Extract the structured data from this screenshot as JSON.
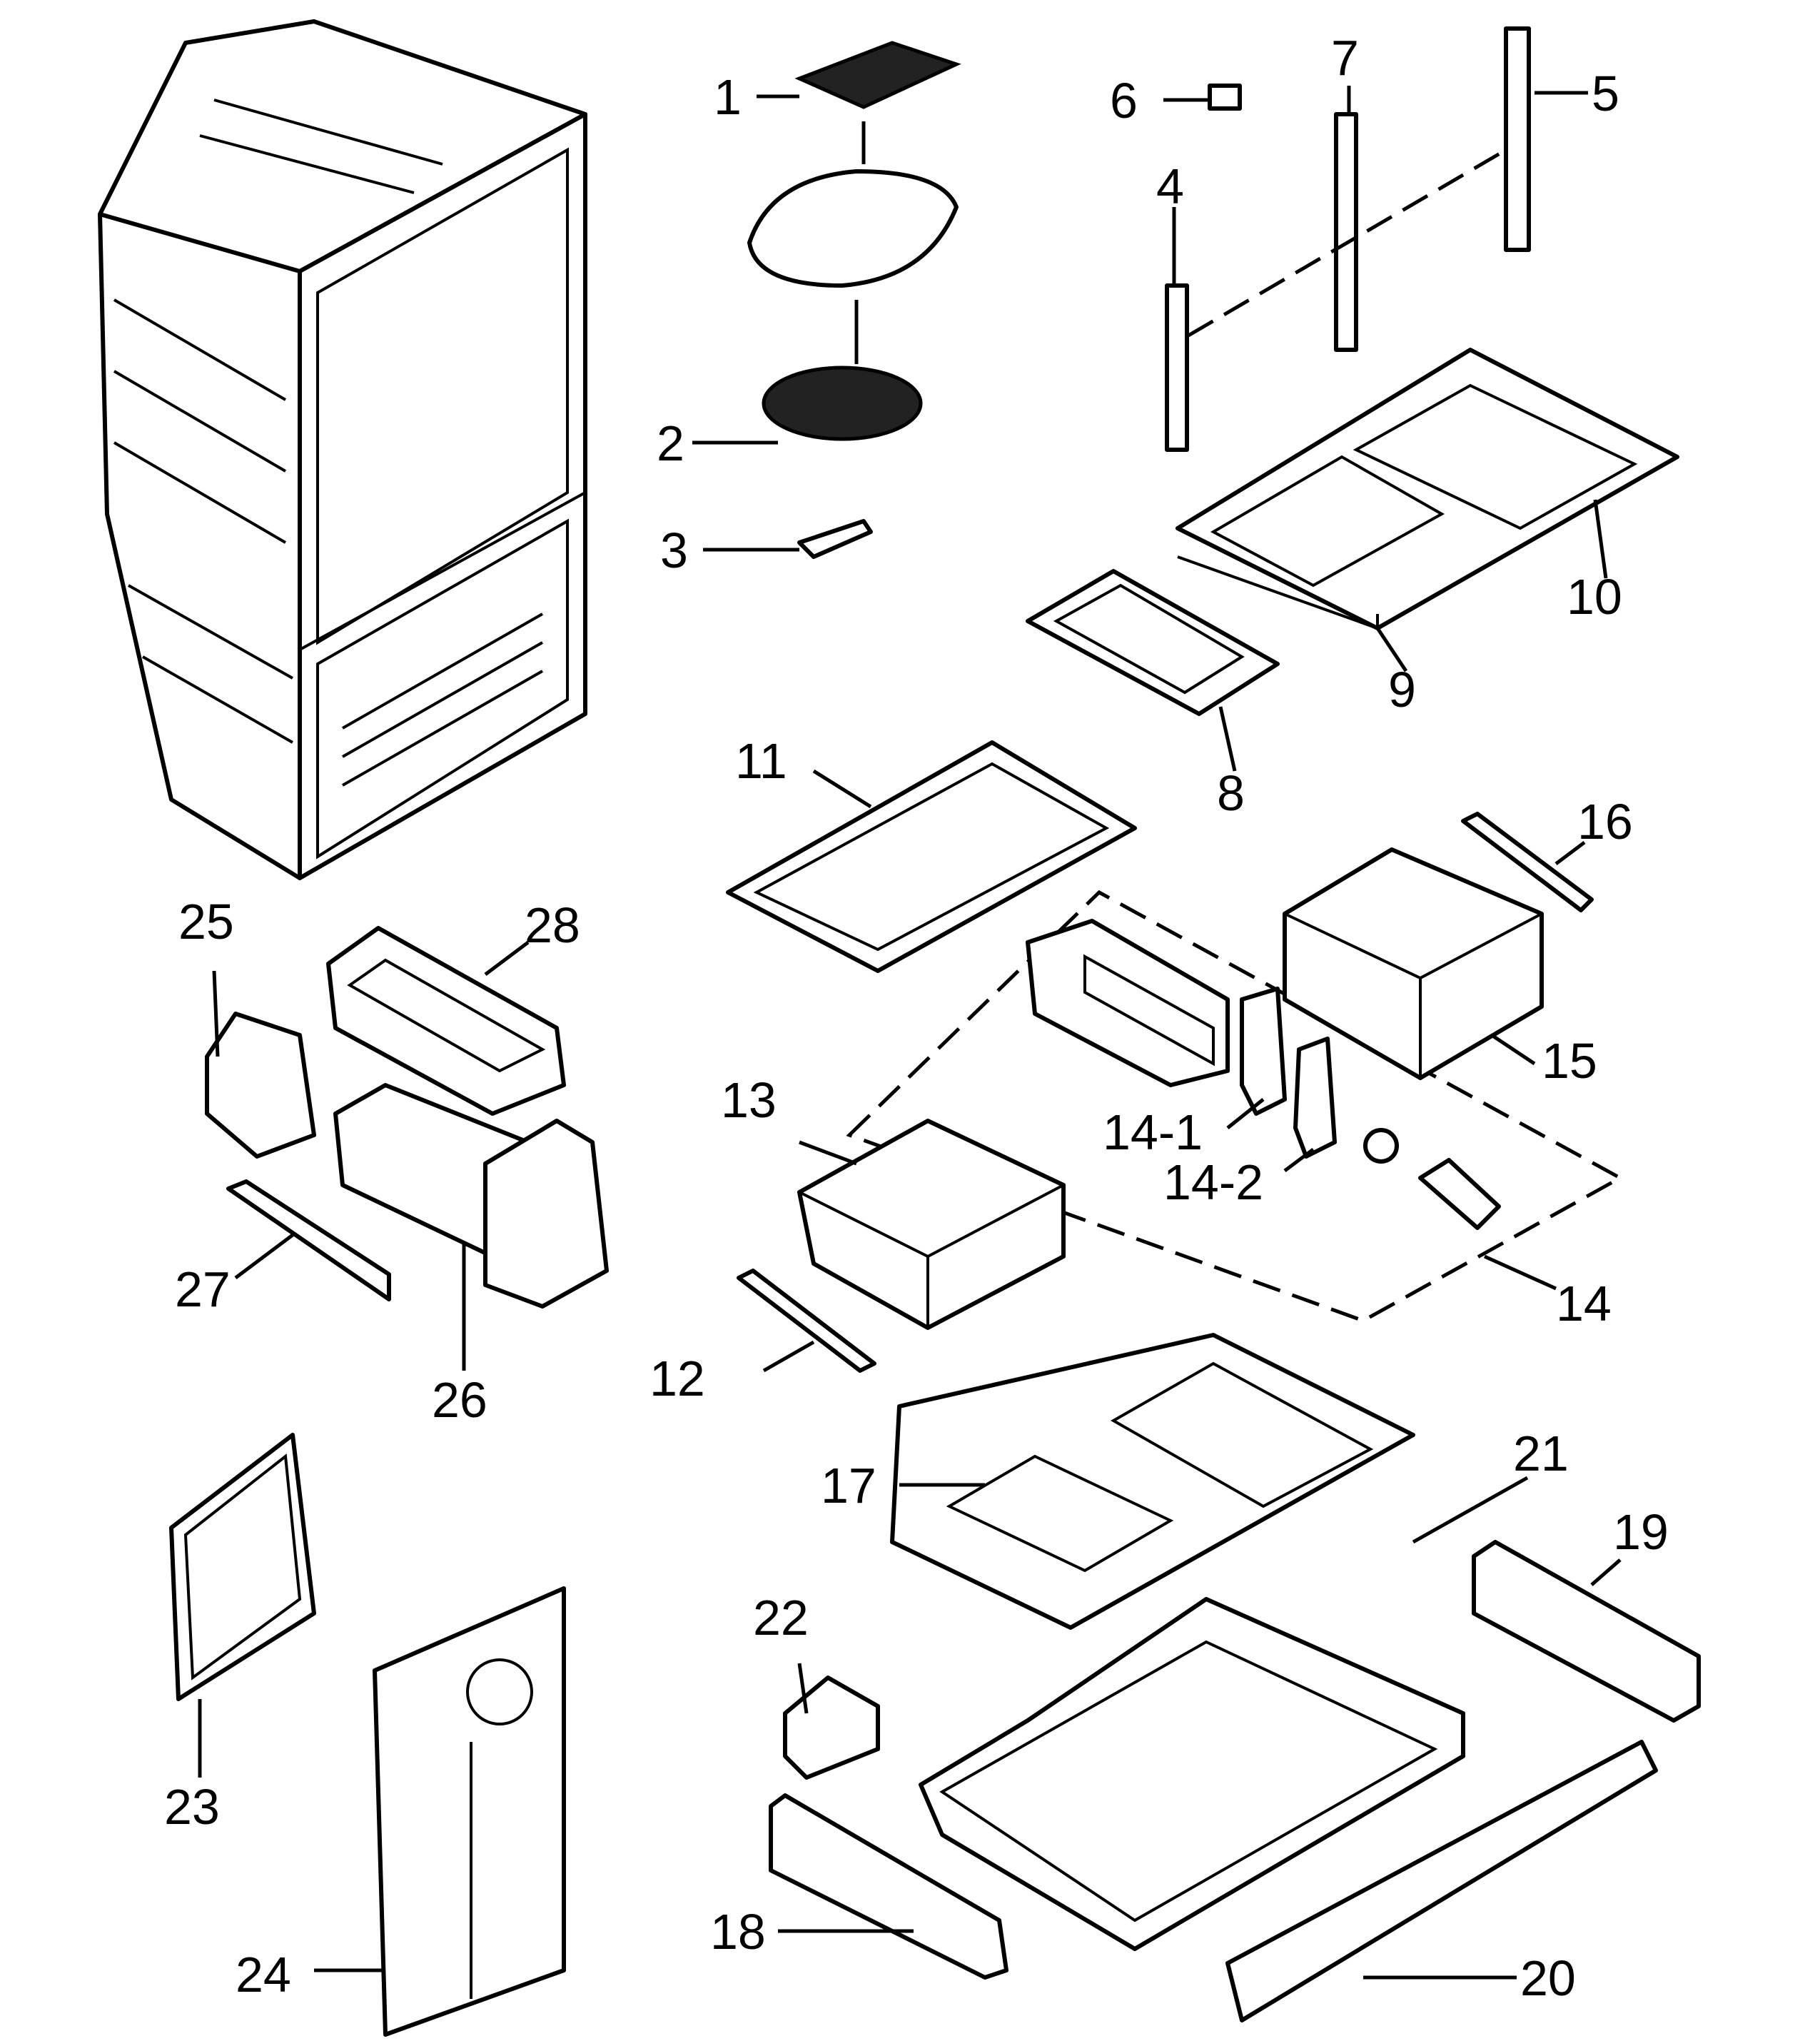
{
  "labels": {
    "l1": "1",
    "l2": "2",
    "l3": "3",
    "l4": "4",
    "l5": "5",
    "l6": "6",
    "l7": "7",
    "l8": "8",
    "l9": "9",
    "l10": "10",
    "l11": "11",
    "l12": "12",
    "l13": "13",
    "l14": "14",
    "l14_1": "14-1",
    "l14_2": "14-2",
    "l15": "15",
    "l16": "16",
    "l17": "17",
    "l18": "18",
    "l19": "19",
    "l20": "20",
    "l21": "21",
    "l22": "22",
    "l23": "23",
    "l24": "24",
    "l25": "25",
    "l26": "26",
    "l27": "27",
    "l28": "28"
  }
}
